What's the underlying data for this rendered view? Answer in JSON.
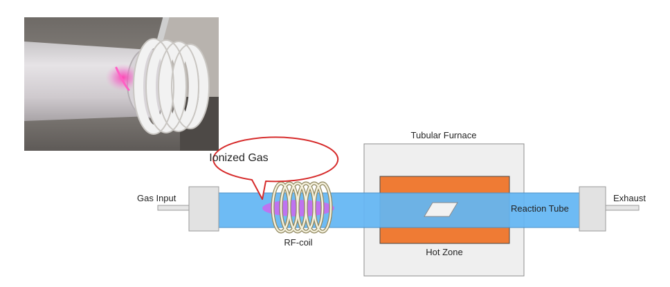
{
  "labels": {
    "gas_input": "Gas Input",
    "exhaust": "Exhaust",
    "rf_coil": "RF-coil",
    "tubular_furnace": "Tubular Furnace",
    "hot_zone": "Hot Zone",
    "reaction_tube": "Reaction Tube",
    "callout": "Ionized Gas"
  },
  "colors": {
    "tube": "#63b6f3",
    "tube_border": "#4a90c8",
    "hot_zone": "#ef7b34",
    "furnace": "#efefef",
    "plasma": "#c46cf0",
    "coil": "#c8bf9a",
    "callout_border": "#d62a2a",
    "end_cap": "#e2e2e2"
  },
  "photo": {
    "subject": "photo-of-plasma-in-glass-tube-with-rf-coil"
  }
}
